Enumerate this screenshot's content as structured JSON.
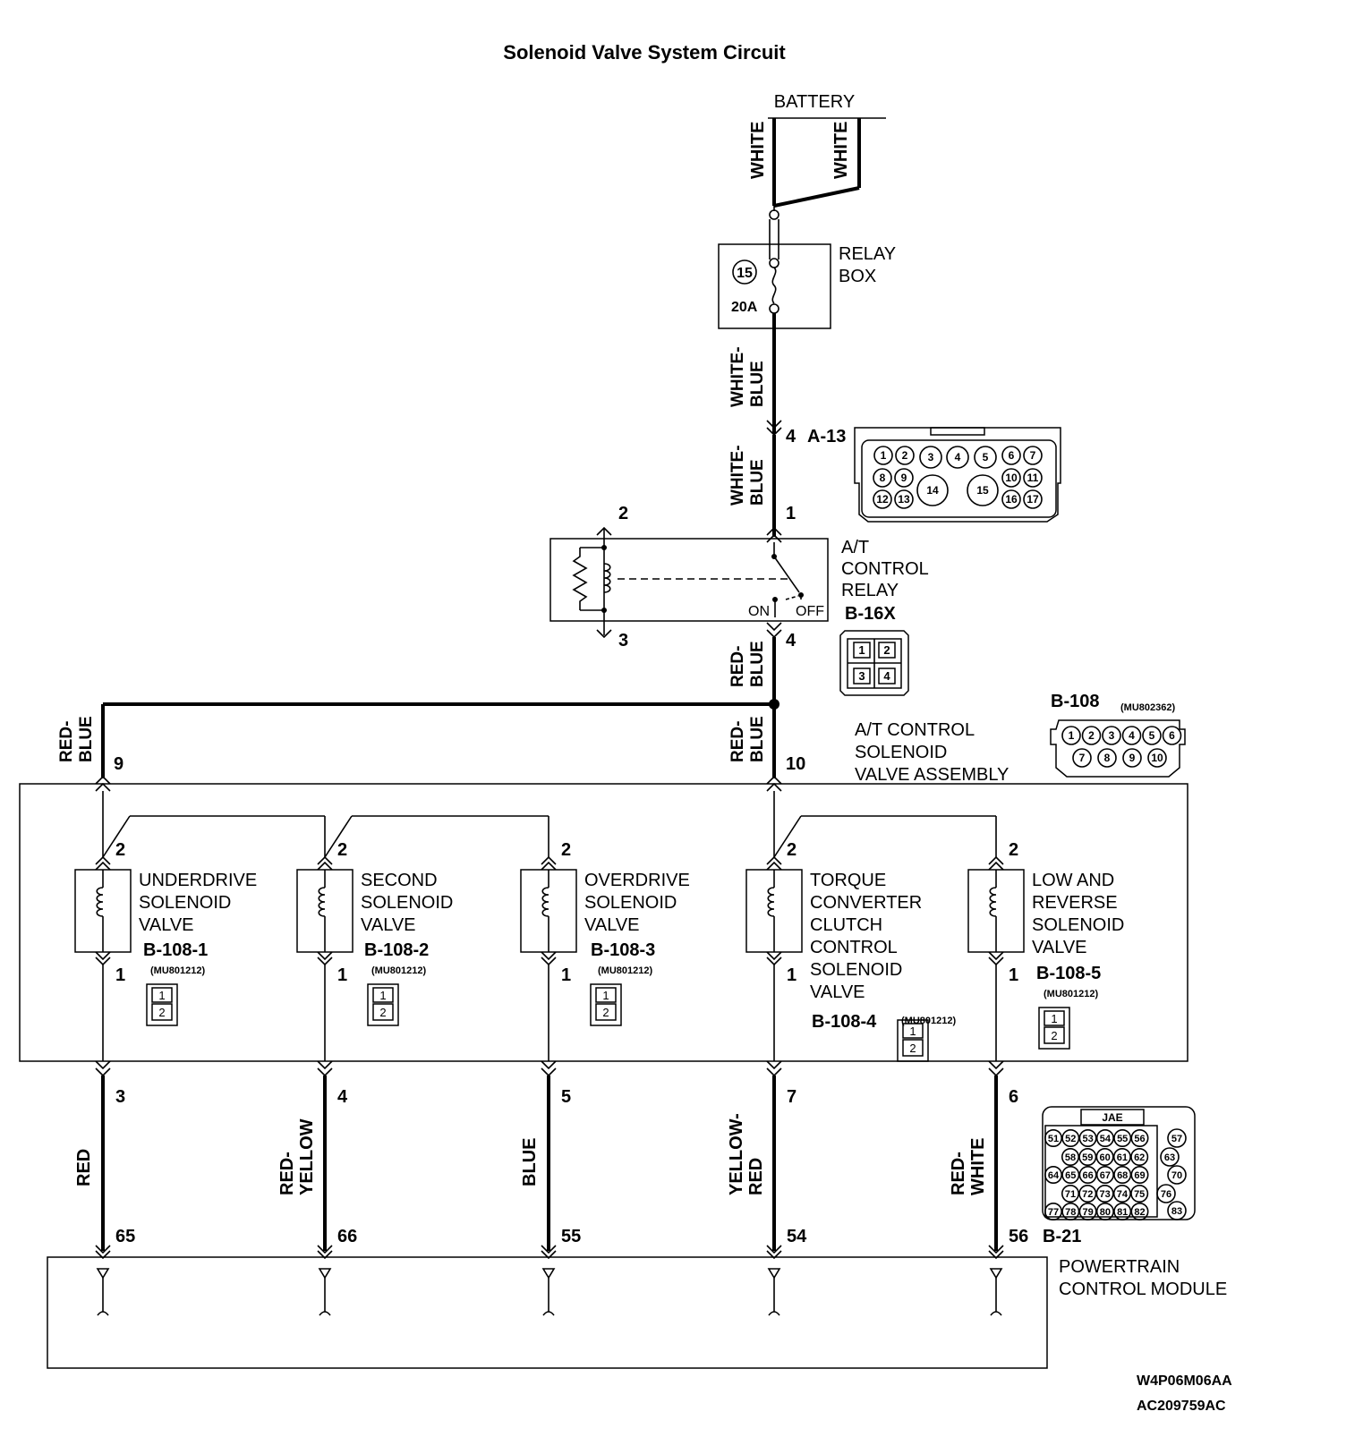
{
  "title": "Solenoid Valve System Circuit",
  "battery": "BATTERY",
  "relay_box": {
    "line1": "RELAY",
    "line2": "BOX",
    "fuse_num": "15",
    "fuse_rating": "20A"
  },
  "wire_colors": {
    "white": "WHITE",
    "white_blue_1": "WHITE-",
    "white_blue_2": "BLUE",
    "red_blue_1": "RED-",
    "red_blue_2": "BLUE",
    "red": "RED",
    "red_yellow_1": "RED-",
    "red_yellow_2": "YELLOW",
    "blue": "BLUE",
    "yellow_red_1": "YELLOW-",
    "yellow_red_2": "RED",
    "red_white_1": "RED-",
    "red_white_2": "WHITE"
  },
  "connectors": {
    "a13": {
      "name": "A-13",
      "pin": "4",
      "pins": [
        "1",
        "2",
        "3",
        "4",
        "5",
        "6",
        "7",
        "8",
        "9",
        "10",
        "11",
        "12",
        "13",
        "14",
        "15",
        "16",
        "17"
      ]
    },
    "b16x": {
      "name": "B-16X",
      "pins": [
        "1",
        "2",
        "3",
        "4"
      ]
    },
    "b108": {
      "name": "B-108",
      "part": "(MU802362)",
      "pins": [
        "1",
        "2",
        "3",
        "4",
        "5",
        "6",
        "7",
        "8",
        "9",
        "10"
      ]
    },
    "b21": {
      "name": "B-21",
      "brand": "JAE",
      "pins": [
        "51",
        "52",
        "53",
        "54",
        "55",
        "56",
        "57",
        "58",
        "59",
        "60",
        "61",
        "62",
        "63",
        "64",
        "65",
        "66",
        "67",
        "68",
        "69",
        "70",
        "71",
        "72",
        "73",
        "74",
        "75",
        "76",
        "77",
        "78",
        "79",
        "80",
        "81",
        "82",
        "83"
      ]
    }
  },
  "at_relay": {
    "line1": "A/T",
    "line2": "CONTROL",
    "line3": "RELAY",
    "on": "ON",
    "off": "OFF",
    "pin1": "1",
    "pin2": "2",
    "pin3": "3",
    "pin4": "4"
  },
  "assembly": {
    "line1": "A/T CONTROL",
    "line2": "SOLENOID",
    "line3": "VALVE ASSEMBLY",
    "pin9": "9",
    "pin10": "10"
  },
  "solenoids": [
    {
      "lines": [
        "UNDERDRIVE",
        "SOLENOID",
        "VALVE"
      ],
      "conn": "B-108-1",
      "part": "(MU801212)",
      "pin_top": "2",
      "pin_bot": "1",
      "out_pin": "3",
      "pcm_pin": "65"
    },
    {
      "lines": [
        "SECOND",
        "SOLENOID",
        "VALVE"
      ],
      "conn": "B-108-2",
      "part": "(MU801212)",
      "pin_top": "2",
      "pin_bot": "1",
      "out_pin": "4",
      "pcm_pin": "66"
    },
    {
      "lines": [
        "OVERDRIVE",
        "SOLENOID",
        "VALVE"
      ],
      "conn": "B-108-3",
      "part": "(MU801212)",
      "pin_top": "2",
      "pin_bot": "1",
      "out_pin": "5",
      "pcm_pin": "55"
    },
    {
      "lines": [
        "TORQUE",
        "CONVERTER",
        "CLUTCH",
        "CONTROL",
        "SOLENOID",
        "VALVE"
      ],
      "conn": "B-108-4",
      "part": "(MU801212)",
      "pin_top": "2",
      "pin_bot": "1",
      "out_pin": "7",
      "pcm_pin": "54"
    },
    {
      "lines": [
        "LOW AND",
        "REVERSE",
        "SOLENOID",
        "VALVE"
      ],
      "conn": "B-108-5",
      "part": "(MU801212)",
      "pin_top": "2",
      "pin_bot": "1",
      "out_pin": "6",
      "pcm_pin": "56"
    }
  ],
  "small_conn_pins": [
    "1",
    "2"
  ],
  "pcm": {
    "line1": "POWERTRAIN",
    "line2": "CONTROL MODULE"
  },
  "codes": {
    "code1": "W4P06M06AA",
    "code2": "AC209759AC"
  }
}
